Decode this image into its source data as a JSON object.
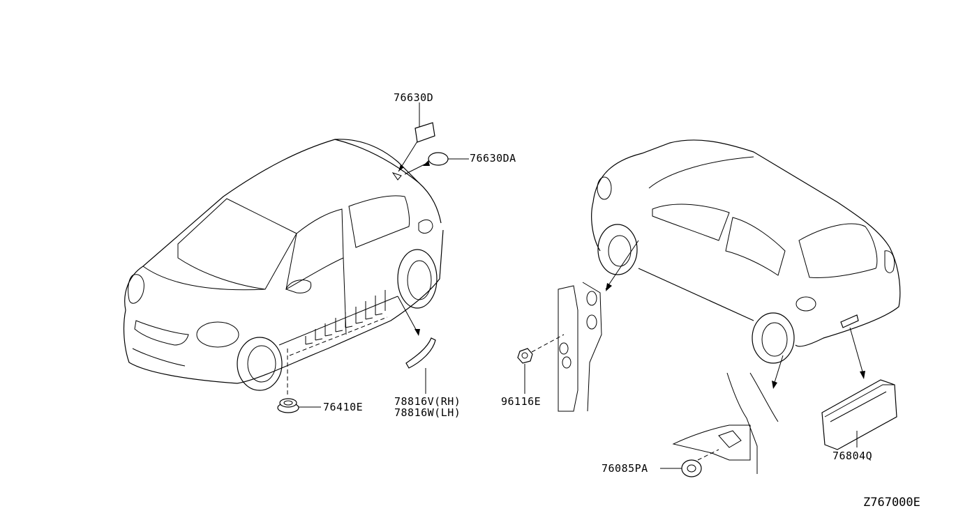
{
  "parts": {
    "p76630D": "76630D",
    "p76630DA": "76630DA",
    "p76410E": "76410E",
    "p78816V": "78816V(RH)",
    "p78816W": "78816W(LH)",
    "p96116E": "96116E",
    "p76085PA": "76085PA",
    "p76804Q": "76804Q"
  },
  "diagram_ref": "Z767000E"
}
